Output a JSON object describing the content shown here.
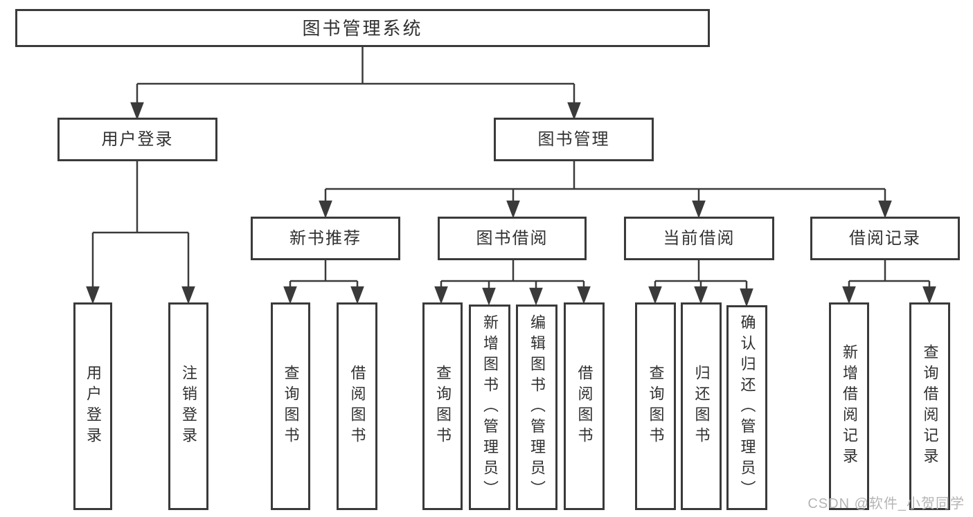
{
  "diagram": {
    "title_node": "图书管理系统",
    "nodes": {
      "root": "图书管理系统",
      "user_login": "用户登录",
      "book_mgmt": "图书管理",
      "new_book_rec": "新书推荐",
      "book_borrow": "图书借阅",
      "current_borrow": "当前借阅",
      "borrow_records": "借阅记录",
      "ul_user_login": "用户登录",
      "ul_logout": "注销登录",
      "nb_query_books": "查询图书",
      "nb_borrow_books": "借阅图书",
      "bb_query_books": "查询图书",
      "bb_add_books": "新增图书（管理员）",
      "bb_edit_books": "编辑图书（管理员）",
      "bb_borrow_books": "借阅图书",
      "cb_query_books": "查询图书",
      "cb_return_books": "归还图书",
      "cb_confirm_return": "确认归还（管理员）",
      "br_add_record": "新增借阅记录",
      "br_query_record": "查询借阅记录"
    },
    "hierarchy": {
      "图书管理系统": {
        "用户登录": [
          "用户登录",
          "注销登录"
        ],
        "图书管理": {
          "新书推荐": [
            "查询图书",
            "借阅图书"
          ],
          "图书借阅": [
            "查询图书",
            "新增图书（管理员）",
            "编辑图书（管理员）",
            "借阅图书"
          ],
          "当前借阅": [
            "查询图书",
            "归还图书",
            "确认归还（管理员）"
          ],
          "借阅记录": [
            "新增借阅记录",
            "查询借阅记录"
          ]
        }
      }
    },
    "colors": {
      "line": "#3a3a3a",
      "box_border": "#3a3a3a",
      "box_fill": "#ffffff",
      "text": "#303030",
      "background": "#ffffff",
      "watermark": "#b5b5b5"
    }
  },
  "watermark": "CSDN @软件_小贺同学"
}
